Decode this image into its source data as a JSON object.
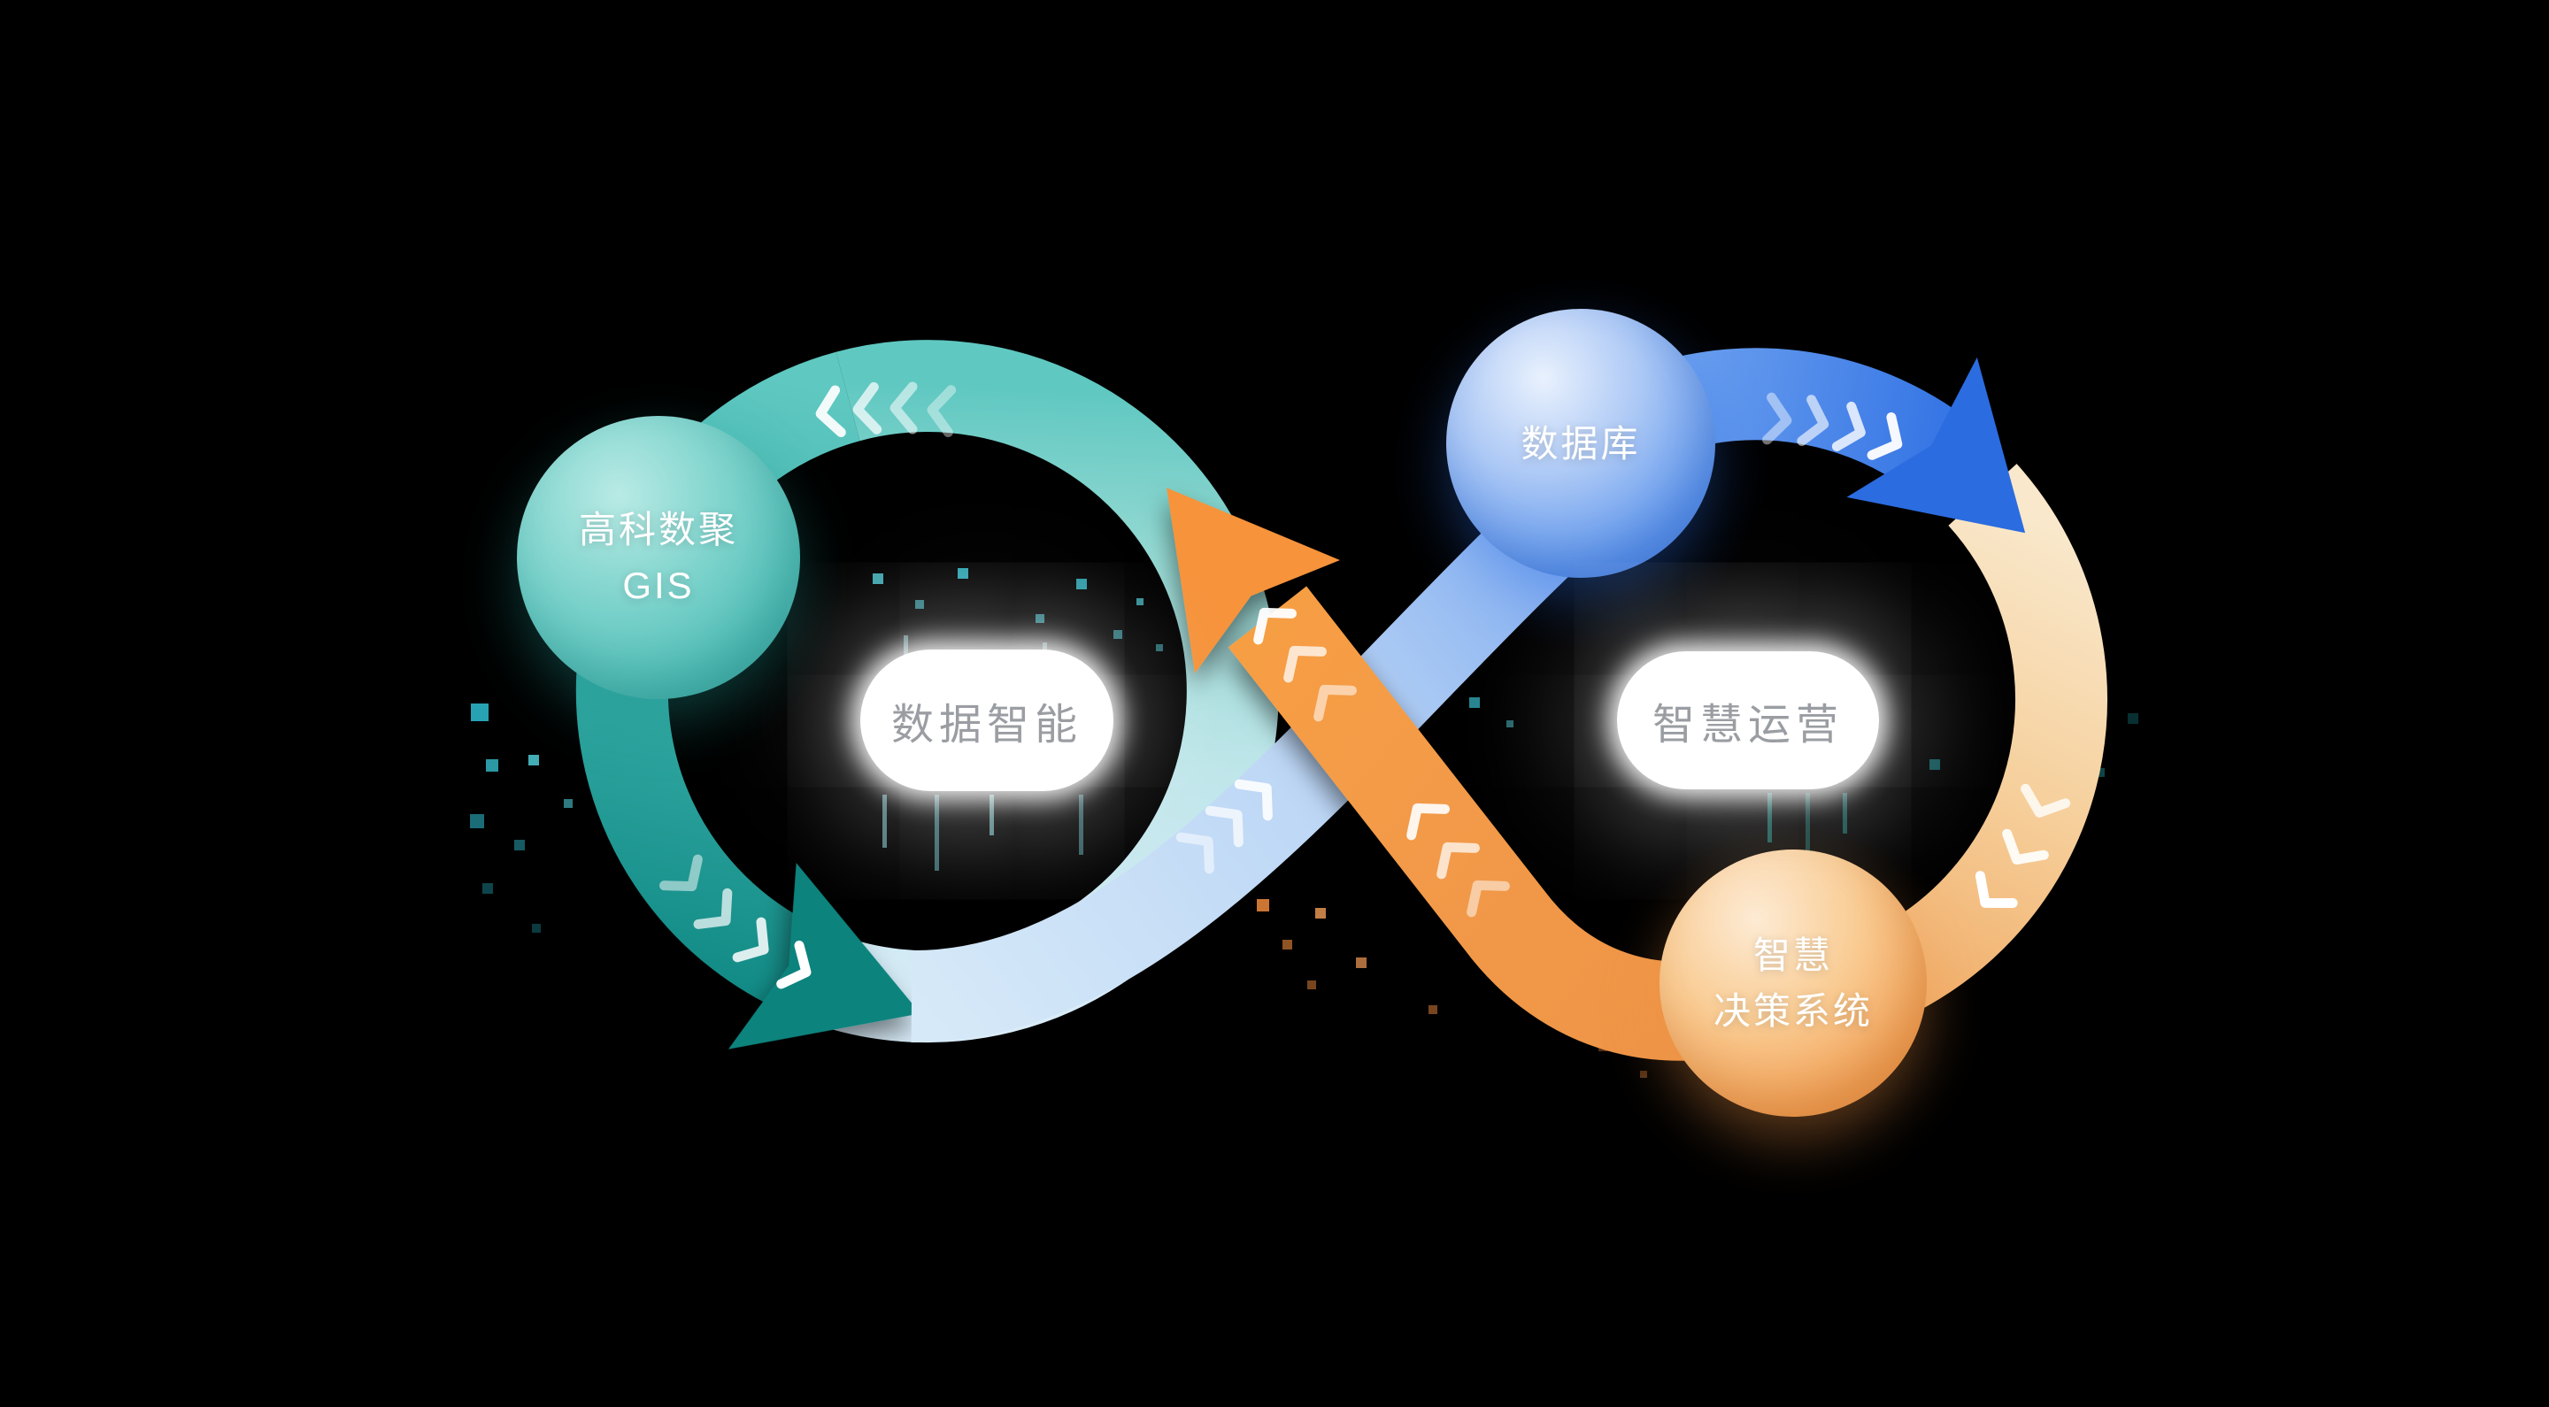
{
  "nodes": [
    {
      "id": "gis",
      "lines": [
        "高科数聚",
        "GIS"
      ]
    },
    {
      "id": "database",
      "lines": [
        "数据库"
      ]
    },
    {
      "id": "decision",
      "lines": [
        "智慧",
        "决策系统"
      ]
    }
  ],
  "pills": [
    {
      "id": "data-intelligence",
      "label": "数据智能"
    },
    {
      "id": "smart-operation",
      "label": "智慧运营"
    }
  ],
  "colors": {
    "background": "#000000",
    "teal_node": "#4FBCB5",
    "blue_node": "#4A8AE8",
    "orange_node": "#EE9448",
    "teal_loop_dark": "#128B86",
    "light_band": "#CFE3F7",
    "blue_arrow": "#2E6FE3",
    "peach_loop": "#F5CE97",
    "orange_arrow": "#F5923B",
    "pill_text": "#9A9DA2",
    "dot_cyan": "#36BECD",
    "dot_orange": "#F08A3C"
  },
  "icons": {
    "flow_chevron": "❯",
    "arrowhead": "➤"
  }
}
